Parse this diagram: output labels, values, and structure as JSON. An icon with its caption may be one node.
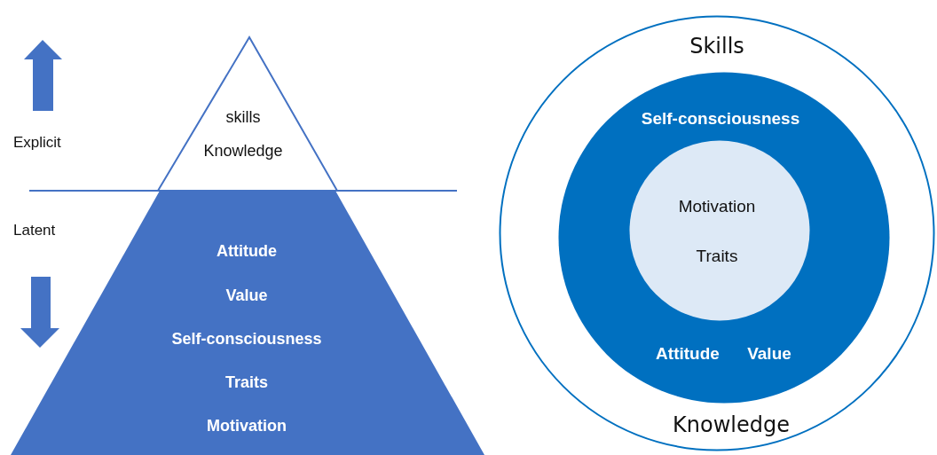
{
  "diagram": {
    "nodes": [
      {
        "text": [
          "skills",
          "Knowledge"
        ]
      },
      {
        "text": [
          "Attitude",
          "Value",
          "Self-consciousness",
          "Traits",
          "Motivation"
        ]
      },
      {
        "text": [
          "Skills",
          "Knowledge"
        ]
      },
      {
        "text": [
          "Self-consciousness",
          "Attitude",
          "Value"
        ],
        "in": 2
      },
      {
        "text": [
          "Motivation",
          "Traits"
        ],
        "in": 3
      }
    ],
    "labels": [
      "Explicit",
      "Latent"
    ]
  }
}
